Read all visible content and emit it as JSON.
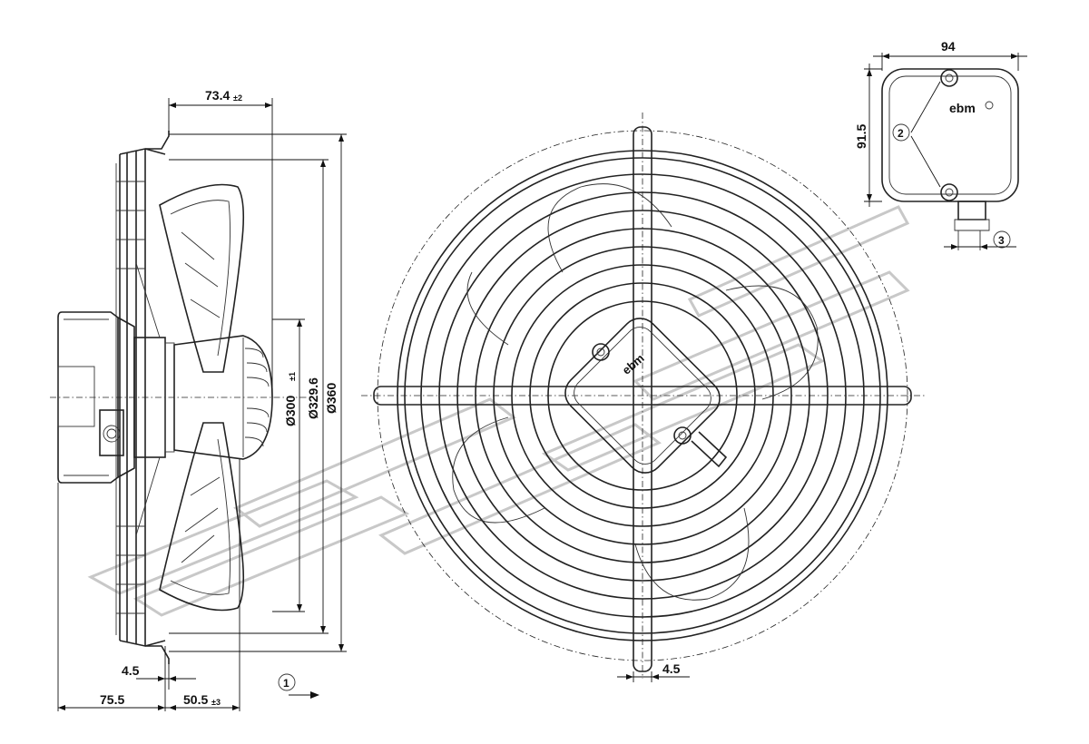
{
  "dimensions": {
    "d_73_4": "73.4",
    "tol_2": "±2",
    "d_300": "Ø300",
    "tol_1": "±1",
    "d_329_6": "Ø329.6",
    "d_360": "Ø360",
    "d_4_5_side": "4.5",
    "d_75_5": "75.5",
    "d_50_5": "50.5",
    "tol_3": "±3",
    "d_4_5_front": "4.5",
    "d_94": "94",
    "d_91_5": "91.5"
  },
  "callouts": {
    "c1": "1",
    "c2": "2",
    "c3": "3"
  },
  "logos": {
    "front": "ebm",
    "box": "ebm"
  }
}
